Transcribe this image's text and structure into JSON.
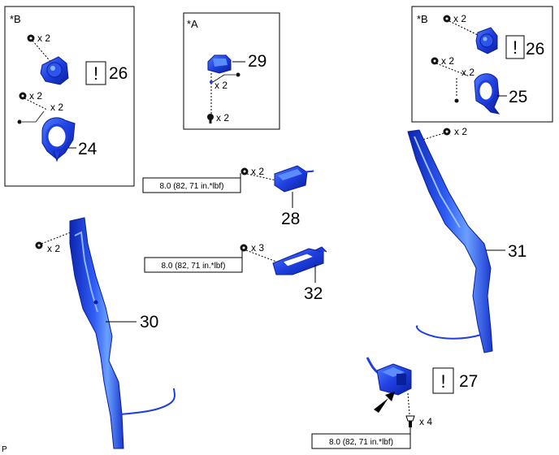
{
  "views": {
    "view_b_left": {
      "label": "*B"
    },
    "view_a": {
      "label": "*A"
    },
    "view_b_right": {
      "label": "*B"
    }
  },
  "callouts": {
    "p24": "24",
    "p25": "25",
    "p26_left": "26",
    "p26_right": "26",
    "p27": "27",
    "p28": "28",
    "p29": "29",
    "p30": "30",
    "p31": "31",
    "p32": "32"
  },
  "quantities": {
    "bl_screw_top": "x 2",
    "bl_screw_mid": "x 2",
    "bl_clip_mid": "x 2",
    "a_clip": "x 2",
    "a_bolt": "x 2",
    "br_screw_top": "x 2",
    "br_screw_mid": "x 2",
    "br_clip_mid": "x 2",
    "pillar_right_screw": "x 2",
    "part28_screw": "x 2",
    "pillar_left_screw": "x 2",
    "part32_screw": "x 3",
    "part27_bolt": "x 4"
  },
  "torques": {
    "part28": "8.0 (82, 71 in.*lbf)",
    "part32": "8.0 (82, 71 in.*lbf)",
    "part27": "8.0 (82, 71 in.*lbf)"
  },
  "warning_mark": "!",
  "corner_mark": "P",
  "colors": {
    "part_blue": "#1f3fe0",
    "part_highlight": "#5a8cff",
    "part_dark": "#0a1f9a",
    "line": "#000000"
  }
}
